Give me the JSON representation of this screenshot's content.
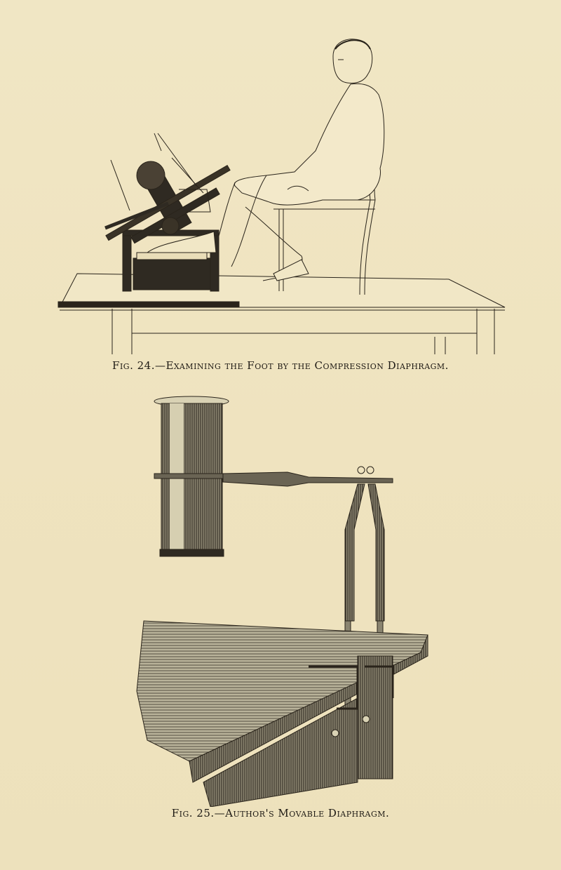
{
  "page": {
    "background_color": "#efe4c0",
    "ink_color": "#1e1a14"
  },
  "figures": [
    {
      "number": "24",
      "caption": "Fig. 24.—Examining the Foot by the Compression Diaphragm.",
      "subject": "seated man with foot placed in compression diaphragm apparatus on table"
    },
    {
      "number": "25",
      "caption": "Fig. 25.—Author's Movable Diaphragm.",
      "subject": "cylindrical diaphragm tube on arm clamped to table edge"
    }
  ]
}
